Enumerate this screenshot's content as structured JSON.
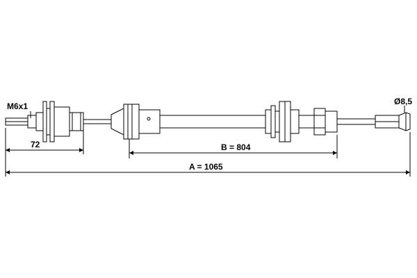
{
  "labels": {
    "thread": "M6x1",
    "diameter": "Ø8,5",
    "dim_small": "72",
    "dim_b": "B = 804",
    "dim_a": "A = 1065"
  },
  "colors": {
    "line": "#000000",
    "background": "#ffffff"
  }
}
